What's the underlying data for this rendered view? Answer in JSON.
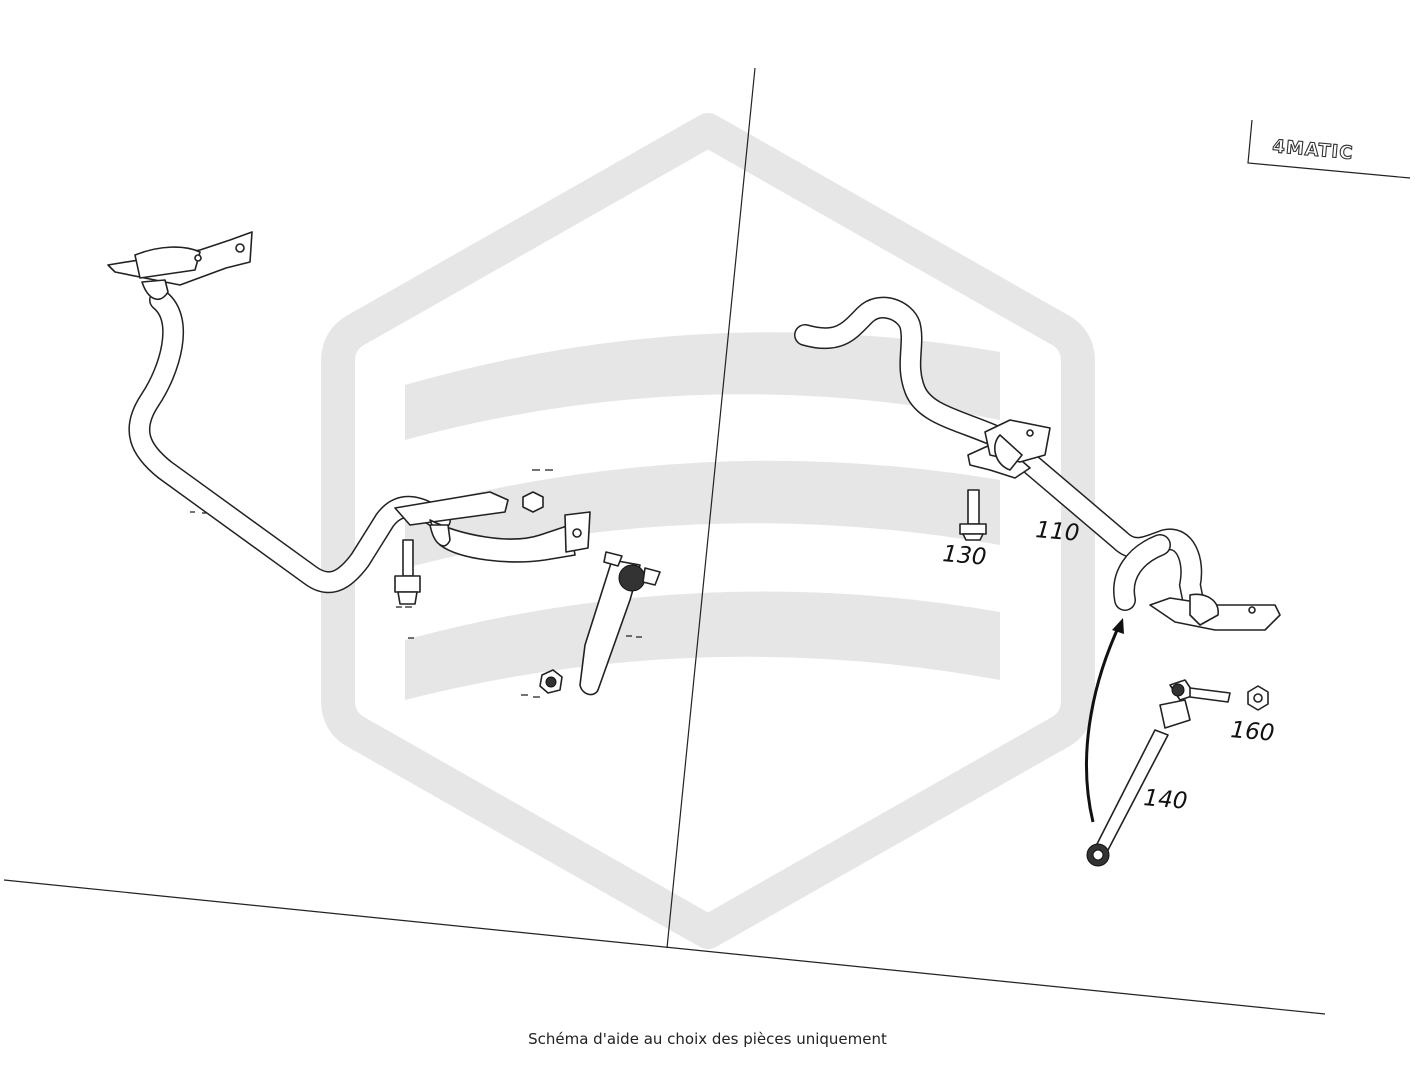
{
  "badge": {
    "text": "4MATIC"
  },
  "callouts": {
    "c110": "110",
    "c130": "130",
    "c140": "140",
    "c160": "160"
  },
  "caption": "Schéma d'aide au choix des pièces uniquement",
  "colors": {
    "line": "#222222",
    "watermark": "#e6e6e6",
    "background": "#ffffff"
  }
}
